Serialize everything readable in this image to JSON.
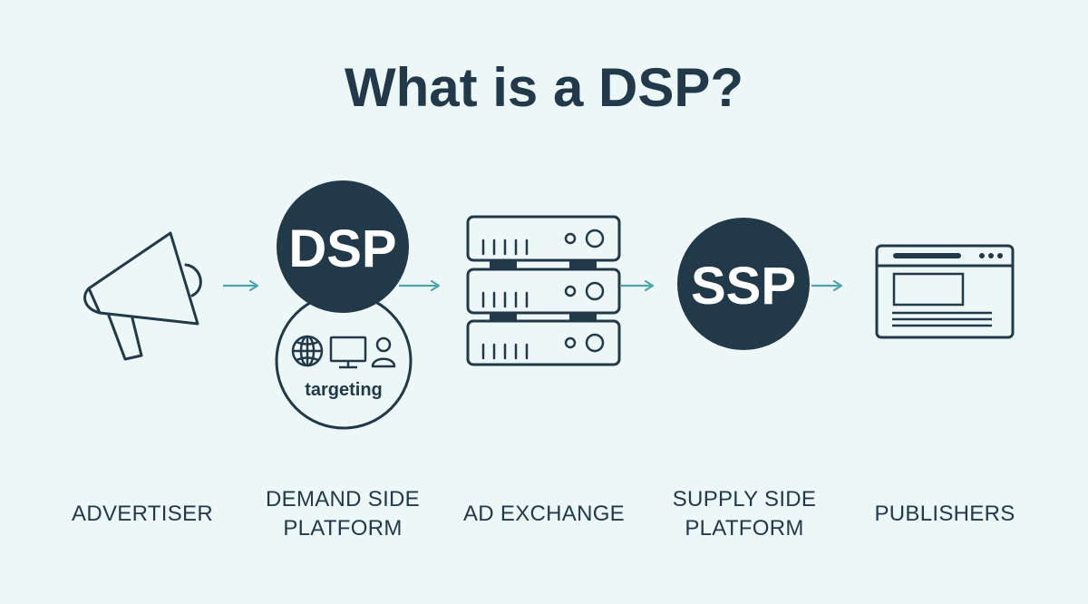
{
  "title": "What is a DSP?",
  "colors": {
    "background": "#edf7f8",
    "ink": "#213949",
    "arrow": "#4ea6ad"
  },
  "nodes": [
    {
      "id": "advertiser",
      "icon": "megaphone-icon",
      "label_lines": [
        "ADVERTISER"
      ]
    },
    {
      "id": "dsp",
      "badge": "DSP",
      "sub_label": "targeting",
      "sub_icons": [
        "globe-icon",
        "monitor-icon",
        "person-icon"
      ],
      "label_lines": [
        "DEMAND SIDE",
        "PLATFORM"
      ]
    },
    {
      "id": "ad-exchange",
      "icon": "server-stack-icon",
      "label_lines": [
        "AD EXCHANGE"
      ]
    },
    {
      "id": "ssp",
      "badge": "SSP",
      "label_lines": [
        "SUPPLY SIDE",
        "PLATFORM"
      ]
    },
    {
      "id": "publishers",
      "icon": "browser-window-icon",
      "label_lines": [
        "PUBLISHERS"
      ]
    }
  ]
}
